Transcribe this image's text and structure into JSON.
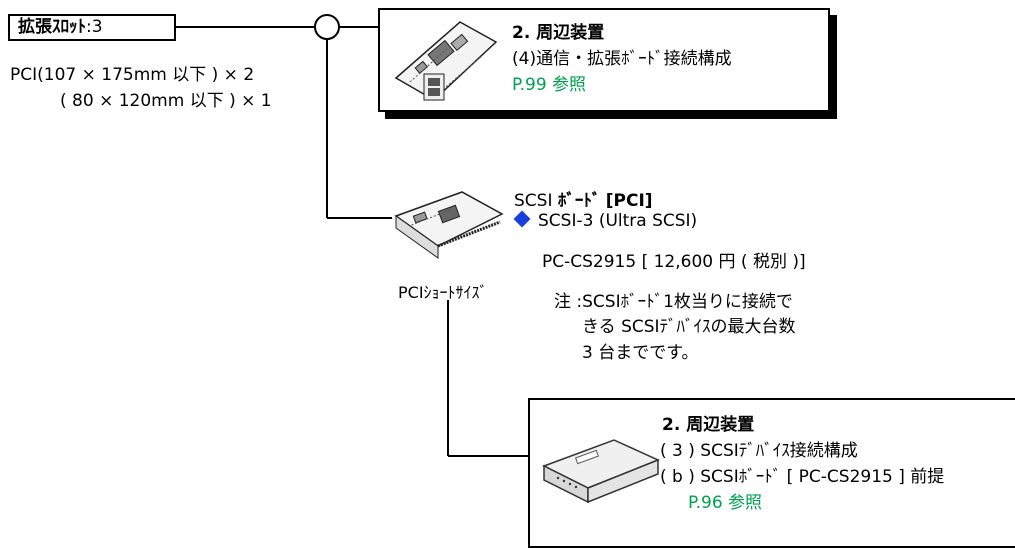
{
  "slot": {
    "label": "拡張ｽﾛｯﾄ",
    "count": ":3",
    "specs": [
      "PCI(107 × 175mm 以下 ) × 2",
      "( 80 × 120mm 以下 ) × 1"
    ]
  },
  "ref_top": {
    "chapter": "2. 周辺装置",
    "section": "(4)通信・拡張ﾎﾞｰﾄﾞ接続構成",
    "link": "P.99 参照"
  },
  "scsi_board": {
    "title_prefix": "SCSI",
    "title_bold": "ﾎﾞｰﾄﾞ",
    "title_suffix": "[PCI]",
    "spec_line": "SCSI-3 (Ultra SCSI)",
    "model": "PC-CS2915 [ 12,600 円 ( 税別 )]",
    "size_label": "PCIｼｮｰﾄｻｲｽﾞ",
    "note_lines": [
      "注 :SCSIﾎﾞｰﾄﾞ1枚当りに接続で",
      "きる SCSIﾃﾞﾊﾞｲｽの最大台数",
      "3 台までです。"
    ]
  },
  "ref_bottom": {
    "chapter": "2. 周辺装置",
    "section1": "( 3 ) SCSIﾃﾞﾊﾞｲｽ接続構成",
    "section2": "( b ) SCSIﾎﾞｰﾄﾞ [ PC-CS2915 ] 前提",
    "link": "P.96 参照"
  },
  "colors": {
    "link": "#00a050",
    "bullet": "#1a3fe0"
  },
  "icons": [
    "pci-card-image",
    "scsi-card-image",
    "external-drive-image",
    "bullet-diamond-icon"
  ]
}
